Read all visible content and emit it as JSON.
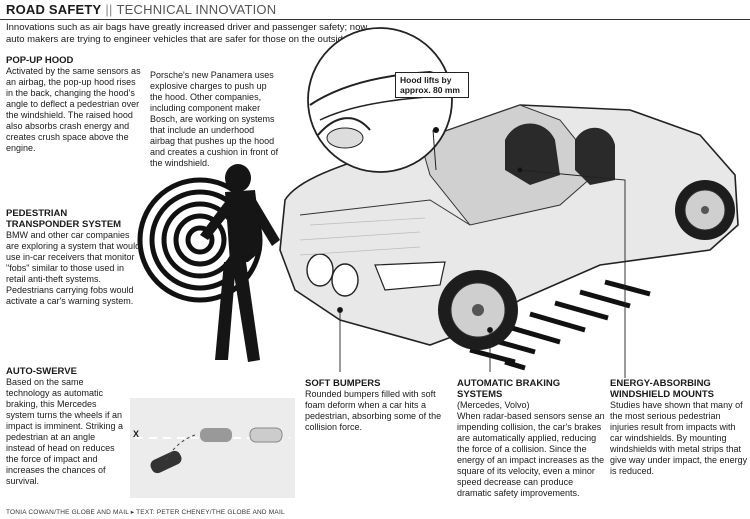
{
  "header": {
    "title": "ROAD SAFETY",
    "separator": "||",
    "subtitle": "TECHNICAL INNOVATION"
  },
  "intro": "Innovations such as air bags have greatly increased driver and passenger safety; now auto makers are trying to engineer vehicles that are safer for those on the outside.",
  "popup_hood": {
    "heading": "POP-UP HOOD",
    "body": "Activated by the same sensors as an airbag, the pop-up hood rises in the back, changing the hood's angle to deflect a pedestrian over the windshield. The raised hood also absorbs crash energy and creates crush space above the engine."
  },
  "porsche": {
    "body": "Porsche's new Panamera uses explosive charges to push up the hood. Other companies, including component maker Bosch, are working on systems that include an underhood airbag that pushes up the hood and creates a cushion in front of the windshield."
  },
  "hood_callout": "Hood lifts by approx. 80 mm",
  "transponder": {
    "heading": "PEDESTRIAN TRANSPONDER SYSTEM",
    "body": "BMW and other car companies are exploring a system that would use in-car receivers that monitor \"fobs\" similar to those used in retail anti-theft systems. Pedestrians carrying fobs would activate a car's warning system."
  },
  "auto_swerve": {
    "heading": "AUTO-SWERVE",
    "body": "Based on the same technology as automatic braking, this Mercedes system turns the wheels if an impact is imminent. Striking a pedestrian at an angle instead of head on reduces the force of impact and increases the chances of survival.",
    "x_marker": "X"
  },
  "soft_bumpers": {
    "heading": "SOFT BUMPERS",
    "body": "Rounded bumpers filled with soft foam deform when a car hits a pedestrian, absorbing some of the collision force."
  },
  "braking": {
    "heading": "AUTOMATIC BRAKING SYSTEMS",
    "sub": "(Mercedes, Volvo)",
    "body": "When radar-based sensors sense an impending collision, the car's brakes are automatically applied, reducing the force of a collision. Since the energy of an impact increases as the square of its velocity, even a minor speed decrease can produce dramatic safety improvements."
  },
  "windshield": {
    "heading": "ENERGY-ABSORBING WINDSHIELD MOUNTS",
    "body": "Studies have shown that many of the most serious pedestrian injuries result from impacts with car windshields. By mounting windshields with metal strips that give way under impact, the energy is reduced."
  },
  "credit": "TONIA COWAN/THE GLOBE AND MAIL  ▸  TEXT: PETER CHENEY/THE GLOBE AND MAIL",
  "colors": {
    "ink": "#1a1a1a",
    "accent_rule": "#333333"
  }
}
